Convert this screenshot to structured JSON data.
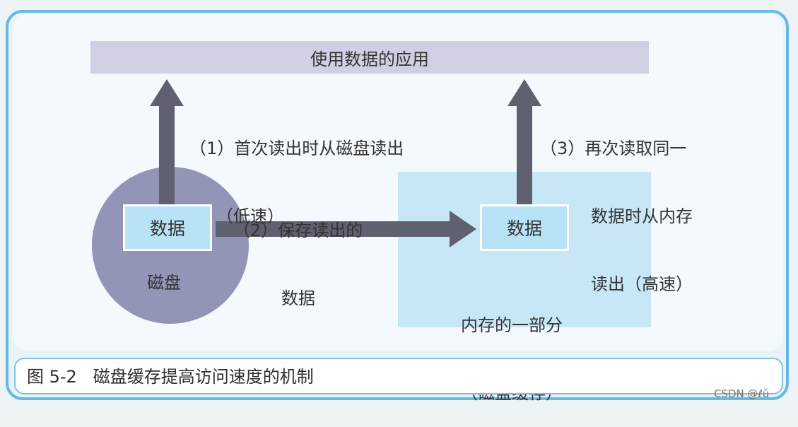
{
  "app_bar": {
    "label": "使用数据的应用"
  },
  "disk": {
    "label": "磁盘",
    "data_label": "数据"
  },
  "memory": {
    "data_label": "数据",
    "label_lines": [
      "内存的一部分",
      "（磁盘缓存）"
    ]
  },
  "steps": {
    "step1": [
      "（1）首次读出时从磁盘读出",
      "（低速）"
    ],
    "step2": [
      "（2）保存读出的",
      "数据"
    ],
    "step3": [
      "（3）再次读取同一",
      "数据时从内存",
      "读出（高速）"
    ]
  },
  "caption": {
    "figure_number": "图 5-2",
    "title": "磁盘缓存提高访问速度的机制"
  },
  "watermark": "CSDN @ℓǔ",
  "colors": {
    "frame_border": "#67b8e4",
    "app_bar": "#cfd0e4",
    "disk": "#9395b7",
    "memory_area": "#c8e7f6",
    "data_box": "#b8e3f6",
    "arrow": "#5f6170"
  }
}
